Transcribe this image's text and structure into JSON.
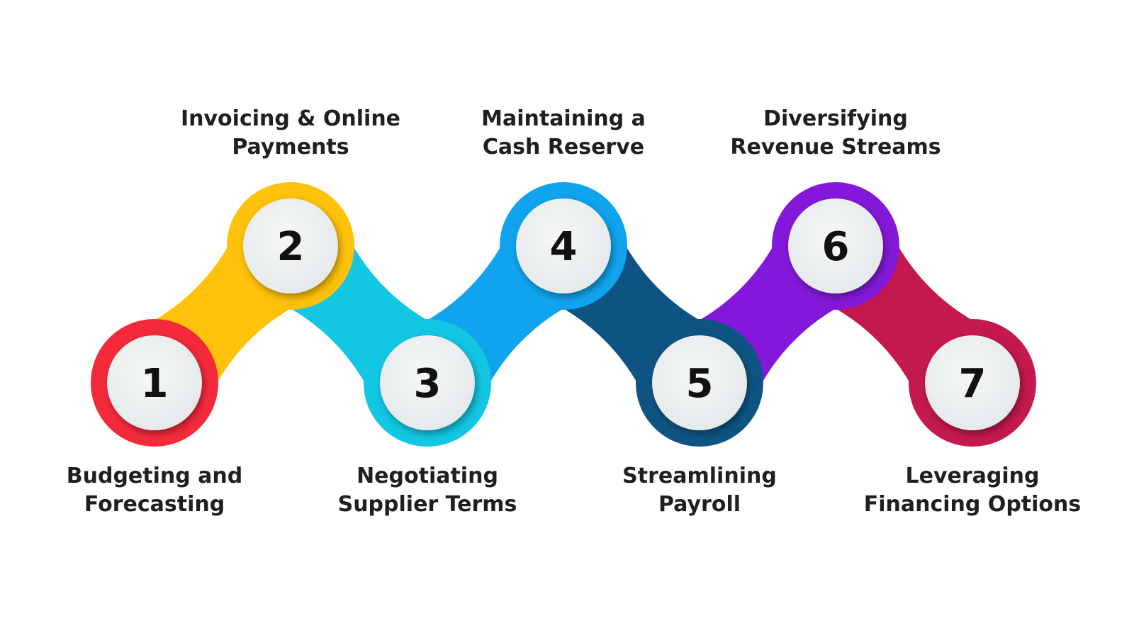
{
  "steps": [
    {
      "number": "1",
      "label_lines": [
        "Budgeting and",
        "Forecasting"
      ],
      "color": "#F42A3A",
      "color_dark": "#C81E2C"
    },
    {
      "number": "2",
      "label_lines": [
        "Invoicing & Online",
        "Payments"
      ],
      "color": "#FFC20A",
      "color_dark": "#F39B0C"
    },
    {
      "number": "3",
      "label_lines": [
        "Negotiating",
        "Supplier Terms"
      ],
      "color": "#12C7E3",
      "color_dark": "#0AA4C2"
    },
    {
      "number": "4",
      "label_lines": [
        "Maintaining a",
        "Cash Reserve"
      ],
      "color": "#10A3EE",
      "color_dark": "#0A7FD0"
    },
    {
      "number": "5",
      "label_lines": [
        "Streamlining",
        "Payroll"
      ],
      "color": "#0E5483",
      "color_dark": "#0B3F66"
    },
    {
      "number": "6",
      "label_lines": [
        "Diversifying",
        "Revenue Streams"
      ],
      "color": "#8418DA",
      "color_dark": "#6310B0"
    },
    {
      "number": "7",
      "label_lines": [
        "Leveraging",
        "Financing Options"
      ],
      "color": "#C4194C",
      "color_dark": "#9E123B"
    }
  ]
}
